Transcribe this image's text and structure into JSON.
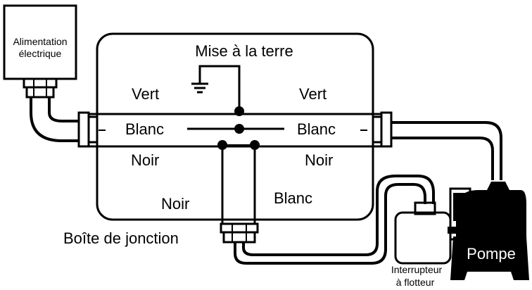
{
  "power_supply": {
    "line1": "Alimentation",
    "line2": "électrique"
  },
  "ground_label": "Mise à la terre",
  "wires": {
    "green_left": "Vert",
    "green_right": "Vert",
    "white_left": "Blanc",
    "white_right": "Blanc",
    "black_left": "Noir",
    "black_right": "Noir",
    "black_down": "Noir",
    "white_down": "Blanc"
  },
  "junction_box_label": "Boîte de jonction",
  "float_switch": {
    "line1": "Interrupteur",
    "line2": "à flotteur"
  },
  "pump_label": "Pompe"
}
